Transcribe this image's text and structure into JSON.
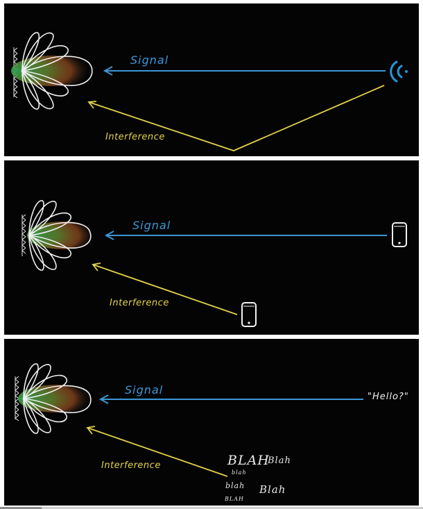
{
  "panels": [
    {
      "signal_label": "Signal",
      "interference_label": "Interference",
      "source_icon": "wireless-broadcast-icon"
    },
    {
      "signal_label": "Signal",
      "interference_label": "Interference",
      "source_icon": "smartphone-icon",
      "interferer_icon": "smartphone-icon"
    },
    {
      "signal_label": "Signal",
      "interference_label": "Interference",
      "speech_quote": "\"Hello?\"",
      "babble": [
        "BLAH",
        "Blah",
        "blah",
        "blah",
        "Blah",
        "BLAH"
      ]
    }
  ],
  "colors": {
    "background": "#040404",
    "signal": "#3c97d6",
    "interference": "#e3d34c",
    "beam_outline": "#f0f0f0"
  }
}
